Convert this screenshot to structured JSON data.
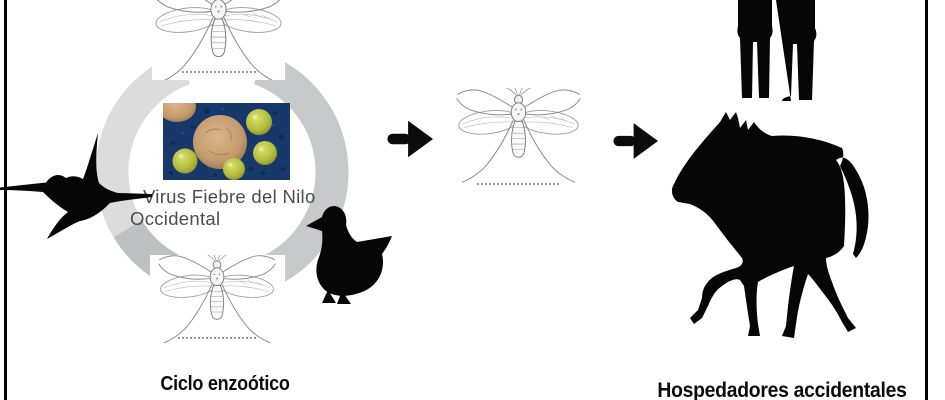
{
  "diagram": {
    "title_context": "West Nile Virus transmission diagram",
    "cycle": {
      "virus_label": {
        "line1": "Virus Fiebre del Nilo",
        "line2": "Occidental"
      },
      "caption": "Ciclo enzoótico",
      "ring_colors": {
        "upper_left": "#dcdcdd",
        "lower_left": "#bfc0c2",
        "right": "#c8c9cb"
      },
      "icons": [
        "mosquito-icon",
        "crane-icon",
        "duck-icon",
        "virus-micrograph"
      ]
    },
    "bridge": {
      "arrow_color": "#0b0b0b",
      "icons": [
        "arrow-right-icon",
        "mosquito-icon",
        "arrow-right-icon"
      ]
    },
    "hosts": {
      "caption": "Hospedadores accidentales",
      "silhouette_color": "#060606",
      "icons": [
        "human-figures-icon",
        "horse-icon"
      ]
    },
    "frame": {
      "border_color": "#000000",
      "background": "#ffffff"
    },
    "virus_micrograph_colors": {
      "background": "#16386b",
      "cell": "#c49a6c",
      "virion": "#b4bd3d"
    }
  }
}
